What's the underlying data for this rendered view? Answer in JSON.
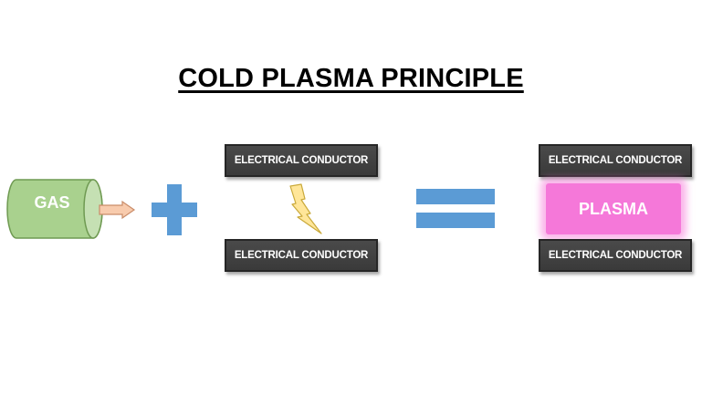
{
  "title": "COLD PLASMA PRINCIPLE",
  "gas_label": "GAS",
  "plasma_label": "PLASMA",
  "conductor_label": "ELECTRICAL CONDUCTOR",
  "operators": [
    "plus",
    "equals"
  ],
  "icons": [
    "gas-cylinder-icon",
    "arrow-right-icon",
    "plus-icon",
    "lightning-bolt-icon",
    "equals-icon"
  ],
  "colors": {
    "gas": "#a9d18e",
    "arrow": "#f8cbad",
    "operator": "#5b9bd5",
    "conductor": "#404040",
    "bolt": "#ffe699",
    "plasma": "#f578d9"
  }
}
